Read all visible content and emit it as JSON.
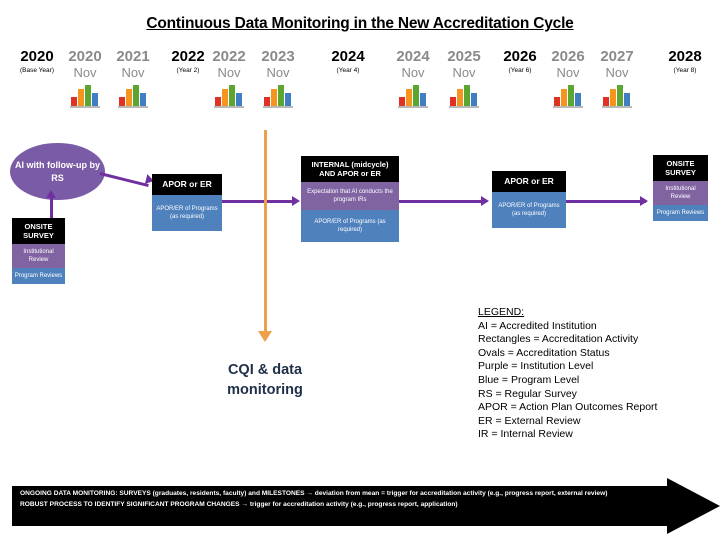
{
  "title": "Continuous Data Monitoring in the New Accreditation Cycle",
  "timeline": {
    "columns": [
      {
        "year": "2020",
        "style": "black",
        "sub": "(Base Year)",
        "sub_type": "note",
        "chart": false
      },
      {
        "year": "2020",
        "style": "gray",
        "sub": "Nov",
        "sub_type": "month",
        "chart": true
      },
      {
        "year": "2021",
        "style": "gray",
        "sub": "Nov",
        "sub_type": "month",
        "chart": true
      },
      {
        "year": "2022",
        "style": "black",
        "sub": "(Year 2)",
        "sub_type": "note",
        "chart": false
      },
      {
        "year": "2022",
        "style": "gray",
        "sub": "Nov",
        "sub_type": "month",
        "chart": true
      },
      {
        "year": "2023",
        "style": "gray",
        "sub": "Nov",
        "sub_type": "month",
        "chart": true
      },
      {
        "year": "2024",
        "style": "black",
        "sub": "(Year 4)",
        "sub_type": "note",
        "chart": false
      },
      {
        "year": "2024",
        "style": "gray",
        "sub": "Nov",
        "sub_type": "month",
        "chart": true
      },
      {
        "year": "2025",
        "style": "gray",
        "sub": "Nov",
        "sub_type": "month",
        "chart": true
      },
      {
        "year": "2026",
        "style": "black",
        "sub": "(Year 6)",
        "sub_type": "note",
        "chart": false
      },
      {
        "year": "2026",
        "style": "gray",
        "sub": "Nov",
        "sub_type": "month",
        "chart": true
      },
      {
        "year": "2027",
        "style": "gray",
        "sub": "Nov",
        "sub_type": "month",
        "chart": true
      },
      {
        "year": "2028",
        "style": "black",
        "sub": "(Year 8)",
        "sub_type": "note",
        "chart": false
      }
    ]
  },
  "nodes": {
    "status_oval": {
      "label": "AI with follow-up by RS"
    },
    "onsite_survey_left": {
      "header": "ONSITE SURVEY",
      "institution_band": "Institutional Review",
      "program_band": "Program Reviews"
    },
    "apor_er_year2": {
      "header": "APOR or ER",
      "program_band": "APOR/ER of Programs (as required)"
    },
    "internal_midcycle_year4": {
      "header": "INTERNAL (midcycle) AND APOR or ER",
      "institution_band": "Expectation that AI conducts the program IRs",
      "program_band": "APOR/ER of Programs (as required)"
    },
    "apor_er_year6": {
      "header": "APOR or ER",
      "program_band": "APOR/ER of Programs (as required)"
    },
    "onsite_survey_right": {
      "header": "ONSITE SURVEY",
      "institution_band": "Institutional Review",
      "program_band": "Program Reviews"
    }
  },
  "cqi_label": {
    "line1": "CQI & data",
    "line2": "monitoring"
  },
  "legend": {
    "title": "LEGEND:",
    "entries": [
      "AI = Accredited Institution",
      "Rectangles = Accreditation Activity",
      "Ovals = Accreditation Status",
      "Purple = Institution Level",
      "Blue = Program Level",
      "RS = Regular Survey",
      "APOR = Action Plan Outcomes Report",
      "ER = External Review",
      "IR = Internal Review"
    ]
  },
  "banner": {
    "line1": "ONGOING DATA MONITORING: SURVEYS (graduates, residents, faculty) and MILESTONES → deviation from mean = trigger for accreditation activity (e.g., progress report, external review)",
    "line2": "ROBUST PROCESS TO IDENTIFY SIGNIFICANT PROGRAM CHANGES → trigger for accreditation activity (e.g., progress report, application)"
  },
  "colors": {
    "purple_institution": "#8064a2",
    "blue_program": "#4f81bd",
    "oval_purple": "#7a5ba6",
    "arrow_purple": "#7030a0",
    "arrow_orange": "#ed9f4a",
    "header_black": "#000000",
    "year_gray": "#8a8a8a"
  }
}
